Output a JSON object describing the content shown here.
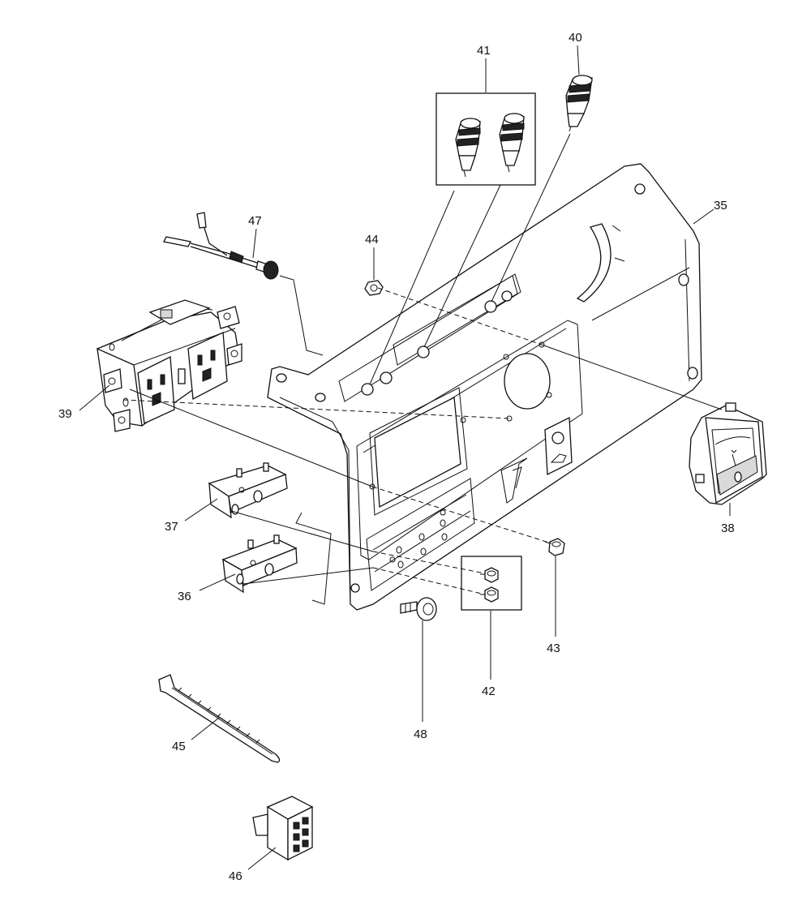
{
  "callouts": {
    "c35": "35",
    "c36": "36",
    "c37": "37",
    "c38": "38",
    "c39": "39",
    "c40": "40",
    "c41": "41",
    "c42": "42",
    "c43": "43",
    "c44": "44",
    "c45": "45",
    "c46": "46",
    "c47": "47",
    "c48": "48"
  }
}
